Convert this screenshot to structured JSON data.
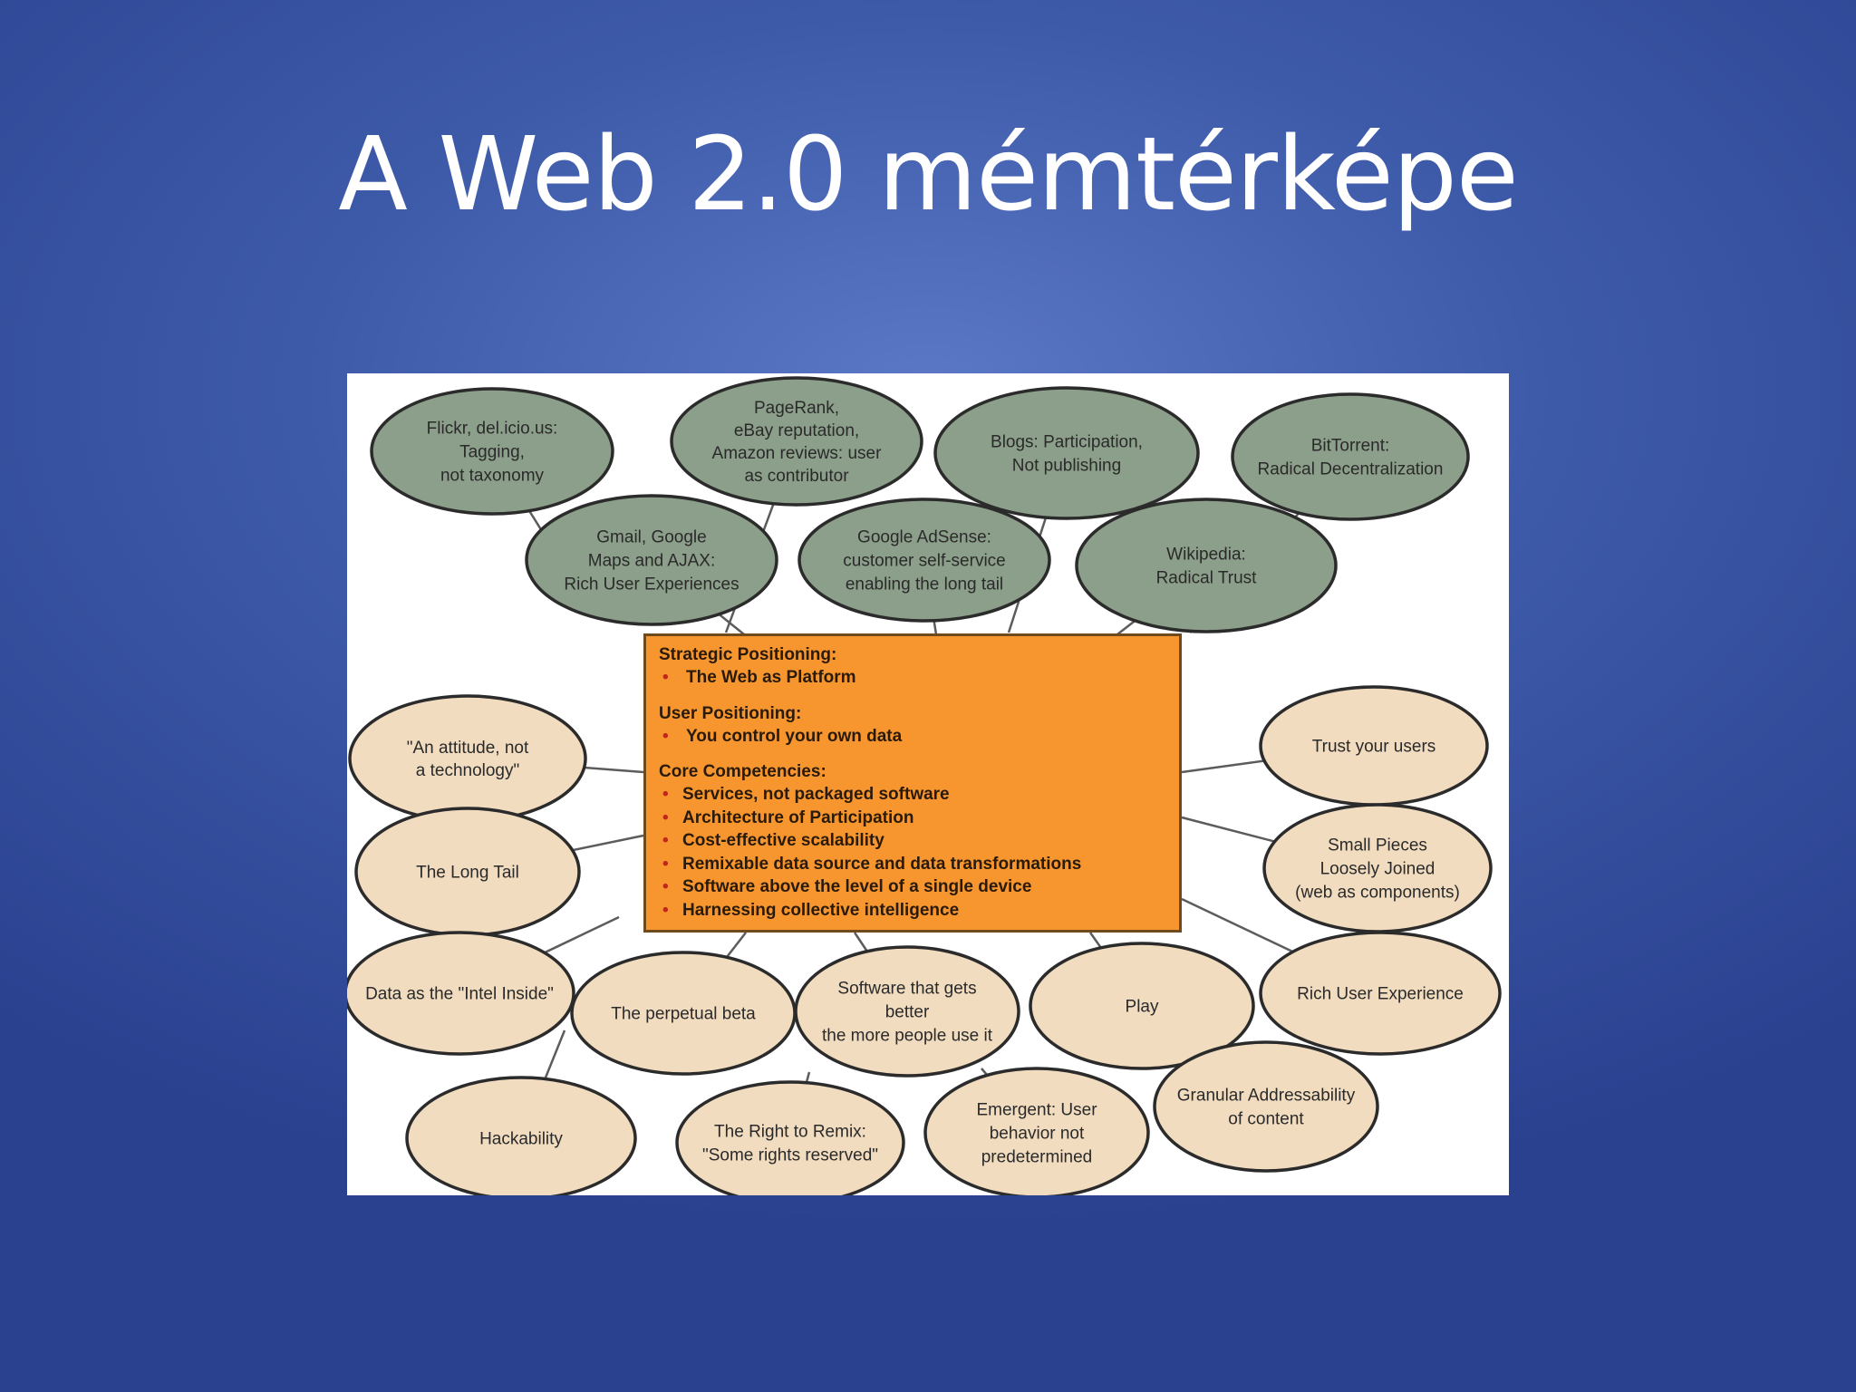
{
  "slide": {
    "title": "A Web 2.0 mémtérképe"
  },
  "colors": {
    "background": "#3d5aa8",
    "top_bubble_fill": "#8c9f8a",
    "bottom_bubble_fill": "#f1dcc0",
    "core_fill": "#f7962f"
  },
  "diagram": {
    "core": {
      "strategic_heading": "Strategic Positioning:",
      "strategic_items": [
        "The Web as Platform"
      ],
      "user_heading": "User Positioning:",
      "user_items": [
        "You control your own data"
      ],
      "competencies_heading": "Core Competencies:",
      "competencies_items": [
        "Services, not packaged software",
        "Architecture of Participation",
        "Cost-effective scalability",
        "Remixable data source and data transformations",
        "Software above the level of a single device",
        "Harnessing collective intelligence"
      ]
    },
    "top_bubbles": [
      {
        "lines": [
          "Flickr, del.icio.us:",
          "Tagging,",
          "not taxonomy"
        ]
      },
      {
        "lines": [
          "PageRank,",
          "eBay reputation,",
          "Amazon reviews: user",
          "as contributor"
        ]
      },
      {
        "lines": [
          "Blogs: Participation,",
          "Not publishing"
        ]
      },
      {
        "lines": [
          "BitTorrent:",
          "Radical Decentralization"
        ]
      },
      {
        "lines": [
          "Gmail, Google",
          "Maps and AJAX:",
          "Rich User Experiences"
        ]
      },
      {
        "lines": [
          "Google AdSense:",
          "customer self-service",
          "enabling the long tail"
        ]
      },
      {
        "lines": [
          "Wikipedia:",
          "Radical Trust"
        ]
      }
    ],
    "bottom_bubbles": [
      {
        "lines": [
          "\"An attitude, not",
          "a technology\""
        ]
      },
      {
        "lines": [
          "The Long Tail"
        ]
      },
      {
        "lines": [
          "Data as the \"Intel Inside\""
        ]
      },
      {
        "lines": [
          "The perpetual beta"
        ]
      },
      {
        "lines": [
          "Software that gets",
          "better",
          "the more people use it"
        ]
      },
      {
        "lines": [
          "Play"
        ]
      },
      {
        "lines": [
          "Trust your users"
        ]
      },
      {
        "lines": [
          "Small Pieces",
          "Loosely Joined",
          "(web as components)"
        ]
      },
      {
        "lines": [
          "Rich User Experience"
        ]
      },
      {
        "lines": [
          "Hackability"
        ]
      },
      {
        "lines": [
          "The Right to Remix:",
          "\"Some rights reserved\""
        ]
      },
      {
        "lines": [
          "Emergent: User",
          "behavior not",
          "predetermined"
        ]
      },
      {
        "lines": [
          "Granular Addressability",
          "of content"
        ]
      }
    ]
  }
}
